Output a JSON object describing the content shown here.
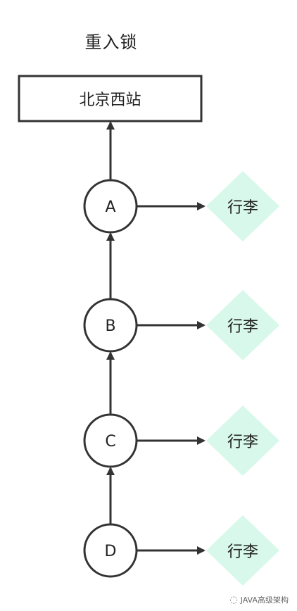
{
  "title": "重入锁",
  "station": {
    "label": "北京西站"
  },
  "nodes": [
    {
      "id": "A",
      "label": "A",
      "luggage": "行李"
    },
    {
      "id": "B",
      "label": "B",
      "luggage": "行李"
    },
    {
      "id": "C",
      "label": "C",
      "luggage": "行李"
    },
    {
      "id": "D",
      "label": "D",
      "luggage": "行李"
    }
  ],
  "colors": {
    "line": "#333333",
    "diamond": "#d7f8ea",
    "box_border": "#333333"
  },
  "watermark": {
    "text": "JAVA高级架构",
    "icon": "wechat-icon"
  }
}
